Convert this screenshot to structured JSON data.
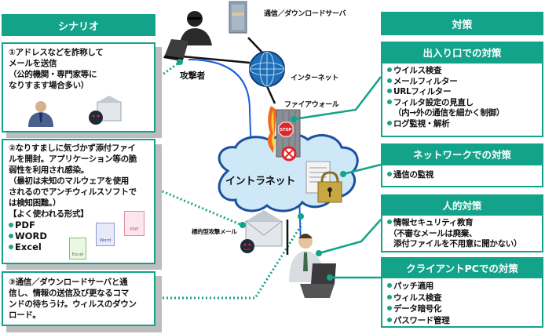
{
  "colors": {
    "accent": "#12a38a",
    "flow": "#1a5fd6",
    "cloud": "#cfe8f8",
    "cloud_border": "#1b4fa0"
  },
  "scenario": {
    "header": "シナリオ",
    "steps": [
      {
        "text": "①アドレスなどを詐称して\nメールを送信\n（公的機関・専門家等に\nなりすます場合多い）"
      },
      {
        "text": "②なりすましに気づかず添付ファイ\nルを開封。アプリケーション等の脆\n弱性を利用され感染。\n（最初は未知のマルウェアを使用\nされるのでアンチウィルスソフトで\nは検知困難。）\n【よく使われる形式】",
        "formats": [
          "PDF",
          "WORD",
          "Excel"
        ],
        "file_icons": [
          "Excel",
          "Word",
          "PDF"
        ]
      },
      {
        "text": "③通信／ダウンロードサーバと通\n信し、情報の送信及び更なるコマ\nンドの待ちうけ。ウィルスのダウン\nロード。"
      }
    ]
  },
  "diagram": {
    "attacker": "攻撃者",
    "server": "通信／ダウンロードサーバ",
    "internet": "インターネット",
    "firewall": "ファイアウォール",
    "intranet": "イントラネット",
    "targeted_mail": "標的型攻撃メール",
    "stop_sign": "STOP"
  },
  "countermeasures": {
    "header": "対策",
    "sections": [
      {
        "title": "出入り口での対策",
        "items": [
          "ウイルス検査",
          "メールフィルター",
          "URLフィルター",
          "フィルタ設定の見直し",
          "（内→外の通信を細かく制御）",
          "ログ監視・解析"
        ],
        "bullets": [
          true,
          true,
          true,
          true,
          false,
          true
        ]
      },
      {
        "title": "ネットワークでの対策",
        "items": [
          "通信の監視"
        ],
        "bullets": [
          true
        ]
      },
      {
        "title": "人的対策",
        "items": [
          "情報セキュリティ教育",
          "（不審なメールは廃棄、",
          "添付ファイルを不用意に開かない）"
        ],
        "bullets": [
          true,
          false,
          false
        ]
      },
      {
        "title": "クライアントPCでの対策",
        "items": [
          "パッチ適用",
          "ウィルス検査",
          "データ暗号化",
          "パスワード管理"
        ],
        "bullets": [
          true,
          true,
          true,
          true
        ]
      }
    ]
  }
}
